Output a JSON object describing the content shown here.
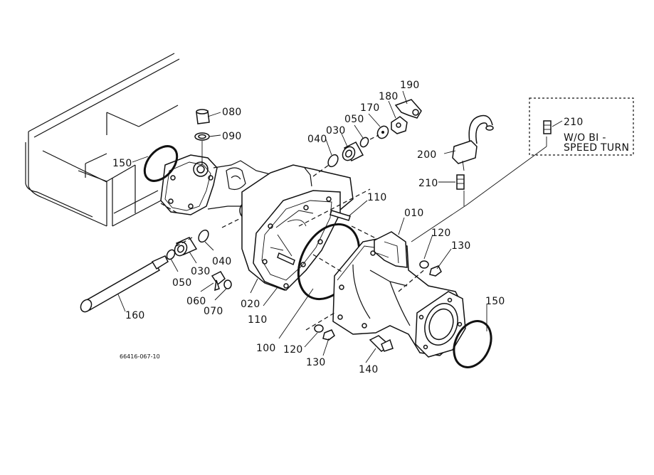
{
  "diagram": {
    "part_labels": {
      "p080": "080",
      "p090": "090",
      "p150_left": "150",
      "p040_top": "040",
      "p030_top": "030",
      "p050_top": "050",
      "p170": "170",
      "p180": "180",
      "p190": "190",
      "p200": "200",
      "p210_mid": "210",
      "p210_box": "210",
      "p110_top": "110",
      "p010": "010",
      "p120_top": "120",
      "p130_top": "130",
      "p040_left": "040",
      "p030_left": "030",
      "p050_left": "050",
      "p060": "060",
      "p070": "070",
      "p020": "020",
      "p110_bottom": "110",
      "p160": "160",
      "p100": "100",
      "p120_bottom": "120",
      "p130_bottom": "130",
      "p140": "140",
      "p150_right": "150"
    },
    "note_box": {
      "line1": "W/O BI -",
      "line2": "SPEED TURN"
    },
    "drawing_number": "66416-067-10"
  }
}
